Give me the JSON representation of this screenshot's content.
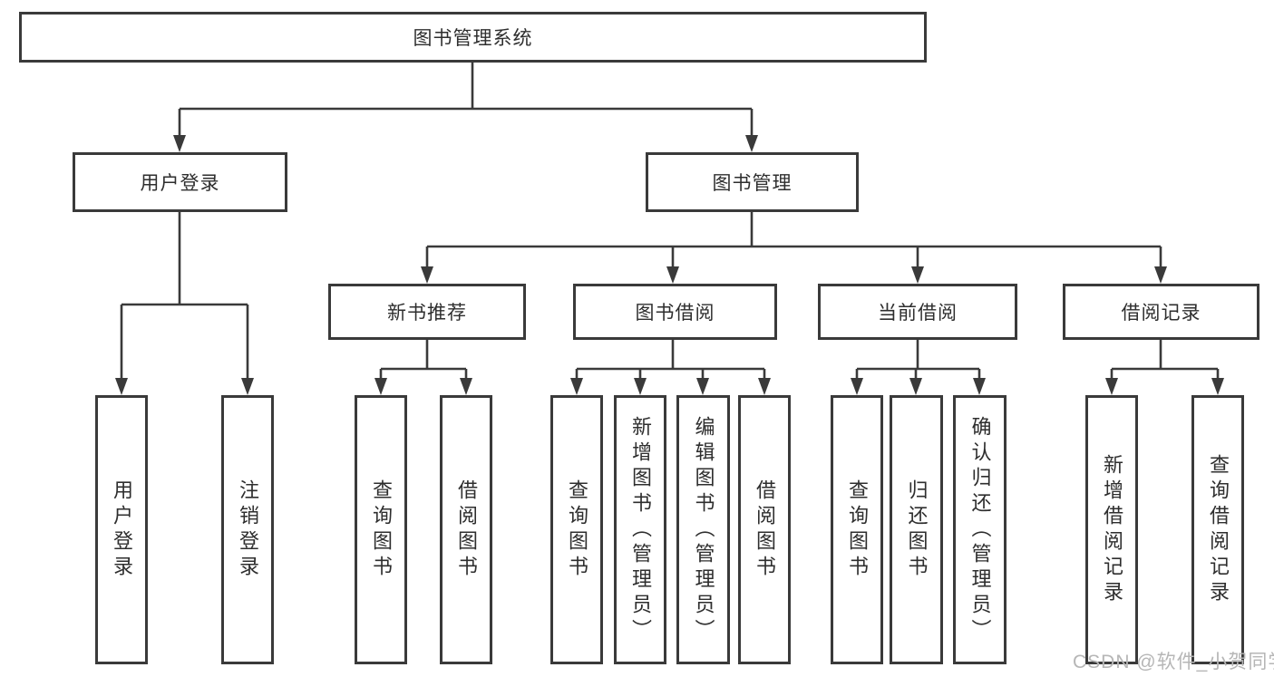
{
  "diagram": {
    "root": {
      "label": "图书管理系统",
      "children": [
        {
          "label": "用户登录",
          "children": [
            {
              "label": "用户登录"
            },
            {
              "label": "注销登录"
            }
          ]
        },
        {
          "label": "图书管理",
          "children": [
            {
              "label": "新书推荐",
              "children": [
                {
                  "label": "查询图书"
                },
                {
                  "label": "借阅图书"
                }
              ]
            },
            {
              "label": "图书借阅",
              "children": [
                {
                  "label": "查询图书"
                },
                {
                  "label": "新增图书（管理员）"
                },
                {
                  "label": "编辑图书（管理员）"
                },
                {
                  "label": "借阅图书"
                }
              ]
            },
            {
              "label": "当前借阅",
              "children": [
                {
                  "label": "查询图书"
                },
                {
                  "label": "归还图书"
                },
                {
                  "label": "确认归还（管理员）"
                }
              ]
            },
            {
              "label": "借阅记录",
              "children": [
                {
                  "label": "新增借阅记录"
                },
                {
                  "label": "查询借阅记录"
                }
              ]
            }
          ]
        }
      ]
    }
  },
  "watermark": {
    "text": "CSDN @软件_小贺同学"
  },
  "colors": {
    "line": "#3a3a3a",
    "text": "#2e2e2e",
    "background": "#ffffff",
    "watermark": "#b6b6b6"
  }
}
